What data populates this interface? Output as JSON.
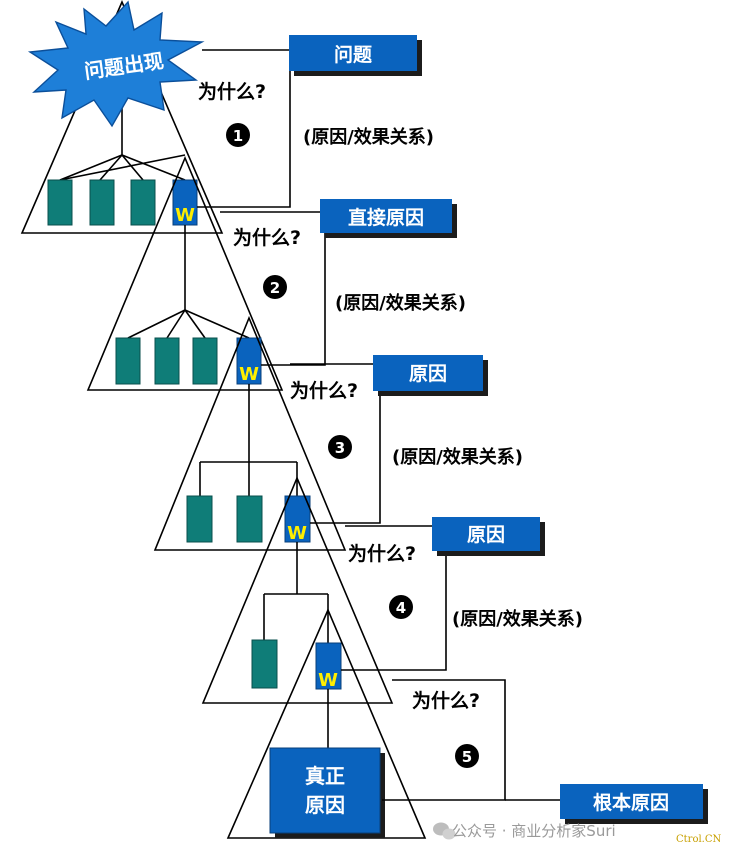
{
  "burst_label": "问题出现",
  "why_label": "为什么?",
  "relation_label": "(原因/效果关系)",
  "steps": [
    "1",
    "2",
    "3",
    "4",
    "5"
  ],
  "w_label": "W",
  "boxes": {
    "problem": "问题",
    "direct_cause": "直接原因",
    "cause_3": "原因",
    "cause_4": "原因",
    "root_cause": "根本原因"
  },
  "true_cause": {
    "line1": "真正",
    "line2": "原因"
  },
  "watermark": {
    "icon": "wechat-icon",
    "text": "公众号 · 商业分析家Suri"
  },
  "brand": "Ctrol.CN",
  "colors": {
    "box_blue": "#0a63be",
    "box_shadow": "#1c1c1c",
    "box_text": "#ffffff",
    "teal": "#0f7d78",
    "w_yellow": "#ffee00",
    "burst": "#1e7fd8"
  }
}
